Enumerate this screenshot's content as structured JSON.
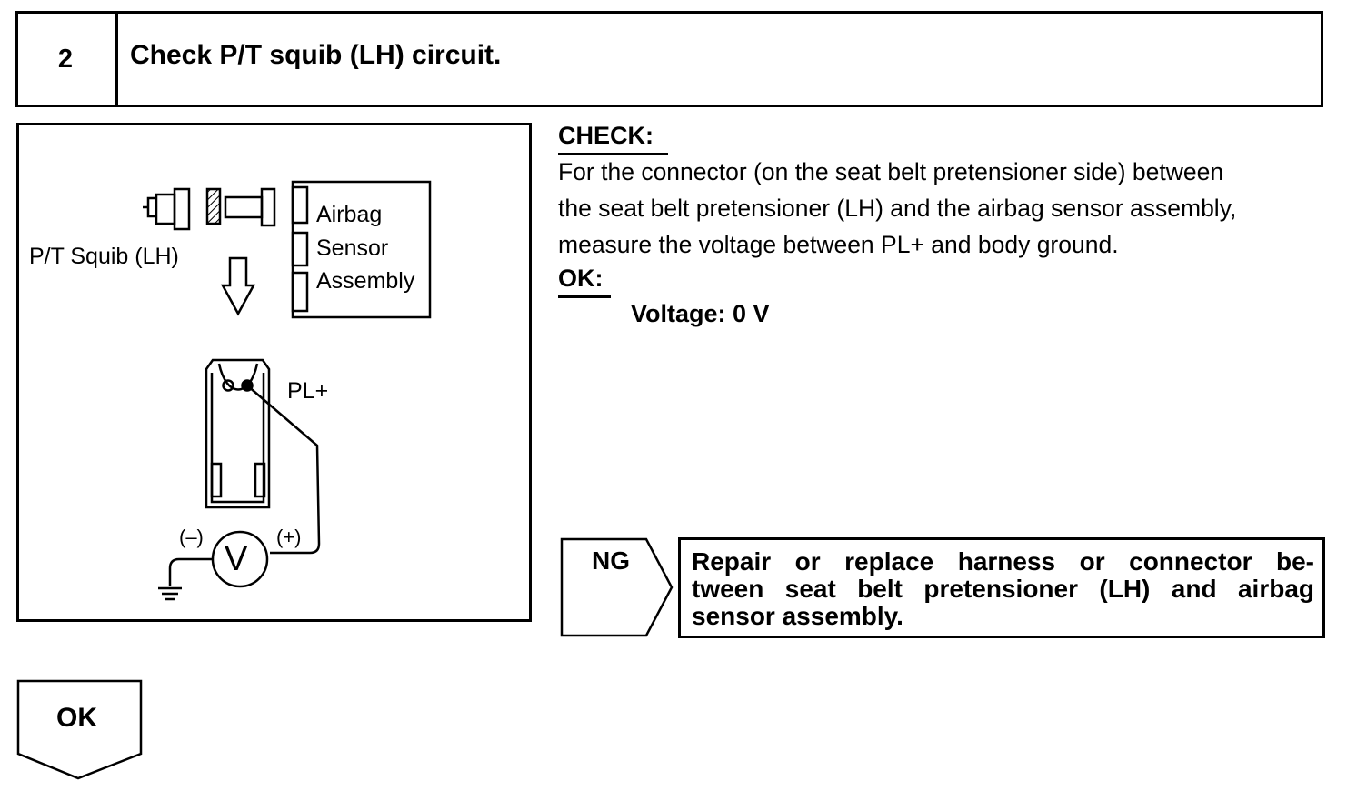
{
  "header": {
    "step_number": "2",
    "title": "Check P/T squib (LH) circuit."
  },
  "illustration": {
    "squib_label": "P/T Squib (LH)",
    "assembly_label_1": "Airbag",
    "assembly_label_2": "Sensor",
    "assembly_label_3": "Assembly",
    "terminal_label": "PL+",
    "meter_symbol": "V",
    "minus_label": "(–)",
    "plus_label": "(+)"
  },
  "check": {
    "heading": "CHECK:",
    "lines": [
      "For the connector (on the seat belt pretensioner side) between",
      "the seat belt pretensioner (LH) and the airbag sensor assembly,",
      "measure the voltage between PL+ and body ground."
    ],
    "ok_heading": "OK:",
    "ok_spec": "Voltage: 0 V"
  },
  "ng": {
    "label": "NG",
    "lines": [
      "Repair or replace harness or connector be-",
      "tween seat belt pretensioner (LH) and airbag",
      "sensor assembly."
    ]
  },
  "ok": {
    "label": "OK"
  }
}
